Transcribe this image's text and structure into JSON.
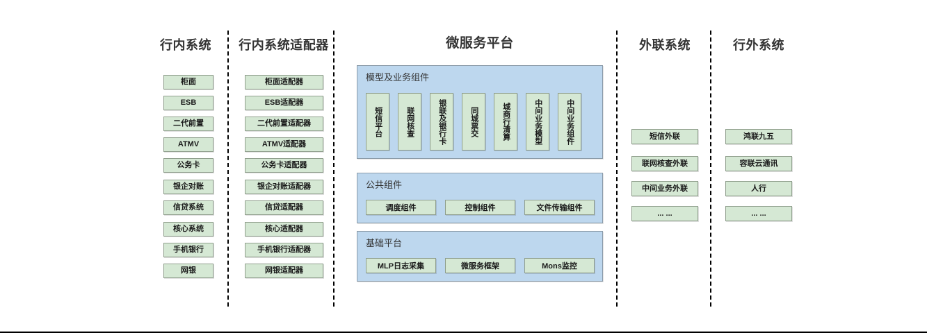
{
  "diagram": {
    "title_note": "",
    "colors": {
      "node_fill": "#d5e8d4",
      "node_border": "#8f9e8c",
      "panel_fill": "#bdd7ee",
      "panel_border": "#8a9aa8",
      "text": "#333333",
      "separator": "#000000"
    }
  },
  "columns": {
    "internal_systems": {
      "title": "行内系统",
      "items": [
        {
          "label": "柜面"
        },
        {
          "label": "ESB"
        },
        {
          "label": "二代前置"
        },
        {
          "label": "ATMV"
        },
        {
          "label": "公务卡"
        },
        {
          "label": "银企对账"
        },
        {
          "label": "信贷系统"
        },
        {
          "label": "核心系统"
        },
        {
          "label": "手机银行"
        },
        {
          "label": "网银"
        }
      ]
    },
    "internal_adapters": {
      "title": "行内系统适配器",
      "items": [
        {
          "label": "柜面适配器"
        },
        {
          "label": "ESB适配器"
        },
        {
          "label": "二代前置适配器"
        },
        {
          "label": "ATMV适配器"
        },
        {
          "label": "公务卡适配器"
        },
        {
          "label": "银企对账适配器"
        },
        {
          "label": "信贷适配器"
        },
        {
          "label": "核心适配器"
        },
        {
          "label": "手机银行适配器"
        },
        {
          "label": "网银适配器"
        }
      ]
    },
    "microservice_platform": {
      "title": "微服务平台",
      "panels": [
        {
          "label": "模型及业务组件",
          "orientation": "vertical",
          "items": [
            {
              "label": "短信平台"
            },
            {
              "label": "联网核查"
            },
            {
              "label": "银联及银行卡"
            },
            {
              "label": "同城票交"
            },
            {
              "label": "城商行清算"
            },
            {
              "label": "中间业务模型"
            },
            {
              "label": "中间业务组件"
            }
          ]
        },
        {
          "label": "公共组件",
          "orientation": "horizontal",
          "items": [
            {
              "label": "调度组件"
            },
            {
              "label": "控制组件"
            },
            {
              "label": "文件传输组件"
            }
          ]
        },
        {
          "label": "基础平台",
          "orientation": "horizontal",
          "items": [
            {
              "label": "MLP日志采集"
            },
            {
              "label": "微服务框架"
            },
            {
              "label": "Mons监控"
            }
          ]
        }
      ]
    },
    "external_link_systems": {
      "title": "外联系统",
      "items": [
        {
          "label": "短信外联"
        },
        {
          "label": "联网核查外联"
        },
        {
          "label": "中间业务外联"
        },
        {
          "label": "... ..."
        }
      ]
    },
    "outside_bank_systems": {
      "title": "行外系统",
      "items": [
        {
          "label": "鸿联九五"
        },
        {
          "label": "容联云通讯"
        },
        {
          "label": "人行"
        },
        {
          "label": "... ..."
        }
      ]
    }
  }
}
